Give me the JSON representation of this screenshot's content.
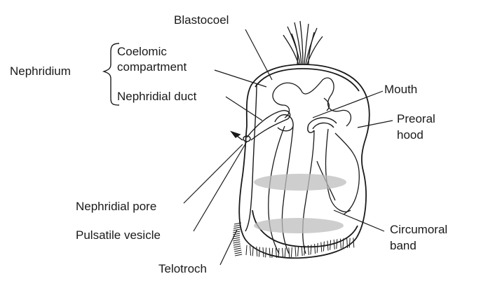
{
  "labels": {
    "blastocoel": "Blastocoel",
    "nephridium": "Nephridium",
    "coelomic_line1": "Coelomic",
    "coelomic_line2": "compartment",
    "nephridial_duct": "Nephridial duct",
    "mouth": "Mouth",
    "preoral_line1": "Preoral",
    "preoral_line2": "hood",
    "nephridial_pore": "Nephridial pore",
    "pulsatile_vesicle": "Pulsatile vesicle",
    "circumoral_line1": "Circumoral",
    "circumoral_line2": "band",
    "telotroch": "Telotroch"
  },
  "colors": {
    "ink": "#1a1a1a",
    "stipple": "#bdbdbd"
  }
}
